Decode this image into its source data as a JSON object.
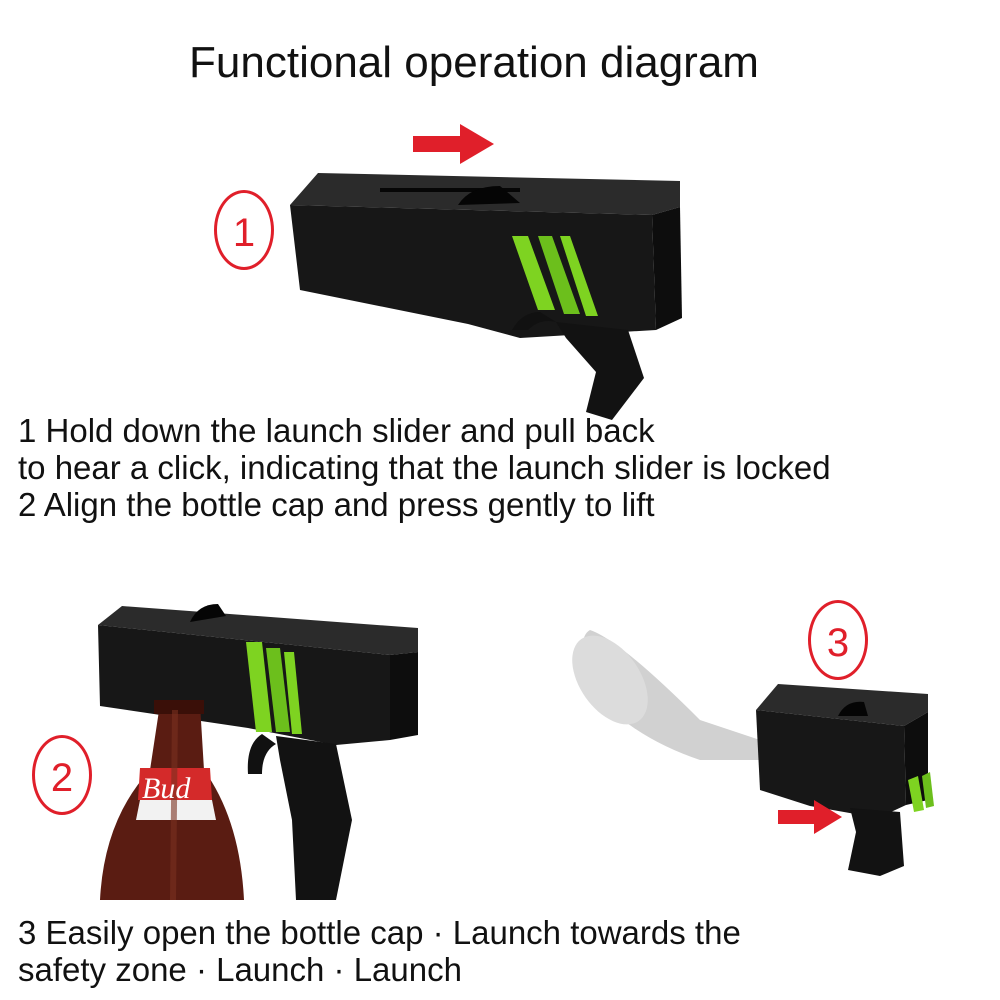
{
  "title": "Functional operation diagram",
  "steps": [
    {
      "number": "1"
    },
    {
      "number": "2"
    },
    {
      "number": "3"
    }
  ],
  "instructions": {
    "top_lines": [
      "1 Hold down the launch slider and pull back",
      "to hear a click, indicating that the launch slider is locked",
      "2 Align the bottle cap and press gently to lift"
    ],
    "bottom_lines": [
      "3 Easily open the bottle cap · Launch towards the",
      "safety zone · Launch · Launch"
    ]
  },
  "bottle_label": "Bud",
  "icons": {
    "arrow_1": "right-arrow-icon",
    "arrow_3": "right-arrow-icon",
    "launcher": "bottle-cap-launcher",
    "bottle": "beer-bottle",
    "cap": "bottle-cap"
  },
  "colors": {
    "accent_red": "#e01f2a",
    "launcher_body": "#161616",
    "stripe_green": "#7ed321",
    "bottle_brown": "#5a1c12",
    "bottle_label_red": "#d42a2a"
  }
}
